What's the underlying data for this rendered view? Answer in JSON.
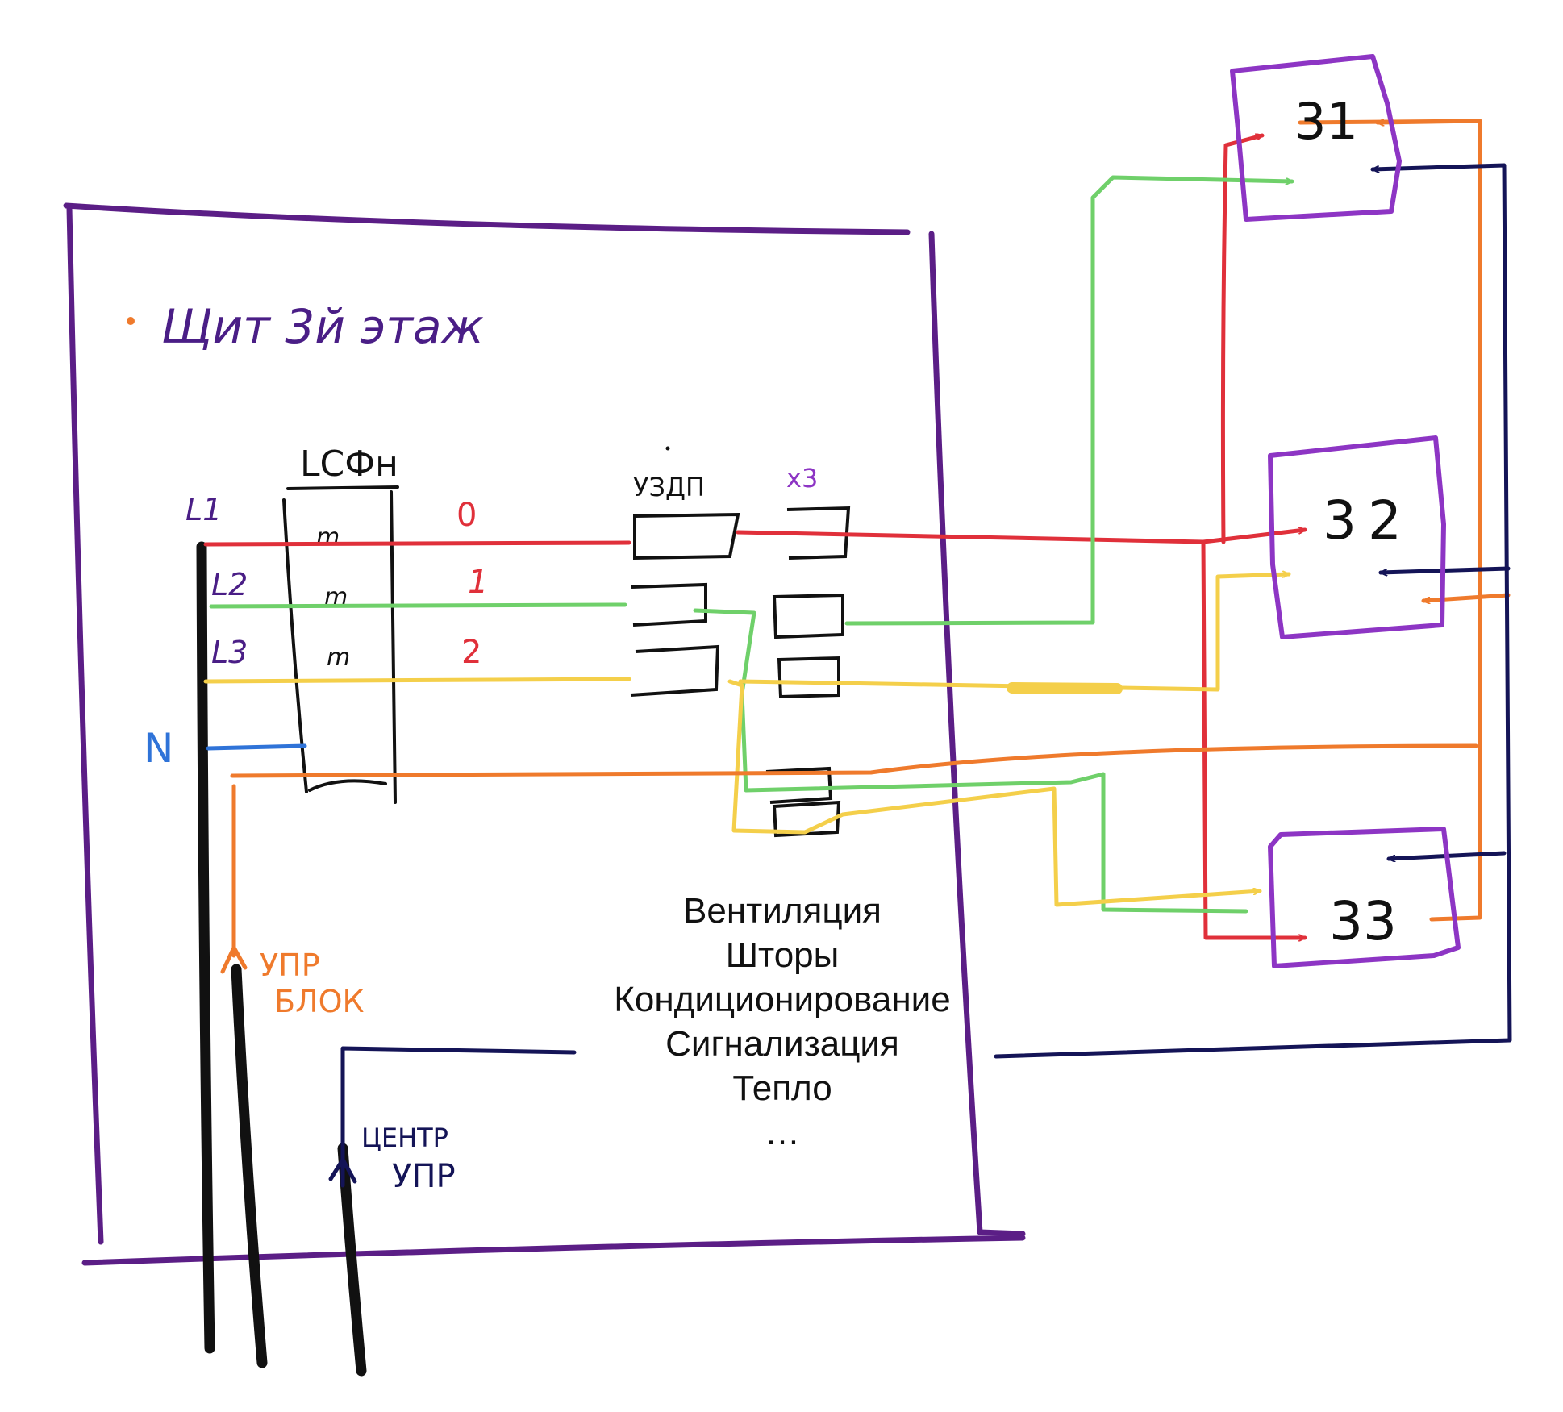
{
  "title": "Щит 3й этаж",
  "colors": {
    "cabinet": "#5b1e86",
    "room": "#8d35c4",
    "red": "#e0303a",
    "green": "#6fd06a",
    "yellow": "#f4cf4a",
    "orange": "#ef7a2c",
    "blue": "#2f73d8",
    "navy": "#141457",
    "black": "#111111"
  },
  "cabinet": {
    "phase_labels": [
      "L1",
      "L2",
      "L3"
    ],
    "neutral_label": "N",
    "breaker_block": {
      "label": "LCФн",
      "poles": [
        "m",
        "m",
        "m"
      ]
    },
    "line_numbers": [
      "0",
      "1",
      "2"
    ],
    "rcd_label": "УЗДП",
    "terminal_label": "х3",
    "control_block_label": [
      "УПР",
      "БЛОК"
    ],
    "central_control_label": [
      "ЦЕНТР",
      "УПР"
    ],
    "systems": [
      "Вентиляция",
      "Шторы",
      "Кондиционирование",
      "Сигнализация",
      "Тепло",
      "…"
    ]
  },
  "rooms": [
    {
      "label": "31"
    },
    {
      "label": "32"
    },
    {
      "label": "33"
    }
  ]
}
